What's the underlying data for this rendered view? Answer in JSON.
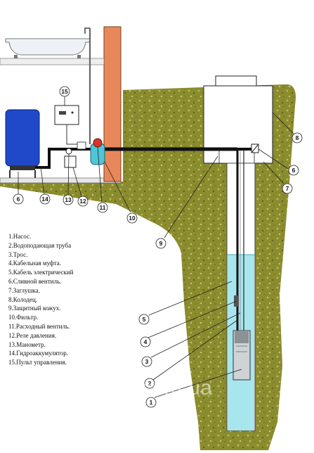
{
  "legend": [
    "1.Насос.",
    "2.Водоподающая труба",
    "3.Трос.",
    "4.Кабельная муфта.",
    "5.Кабель электрический",
    "6.Сливной вентиль.",
    "7.Заглушка.",
    "8.Колодец.",
    "9.Защитный кожух.",
    "10.Фильтр.",
    "11.Расходный вентиль.",
    "12.Реле давления.",
    "13.Манометр.",
    "14.Гидроаккумулятор.",
    "15.Пульт управления."
  ],
  "callouts": [
    "1",
    "2",
    "3",
    "4",
    "5",
    "6",
    "6",
    "7",
    "8",
    "9",
    "10",
    "11",
    "12",
    "13",
    "14",
    "15"
  ],
  "watermark": "gidrotehnka.com.ua",
  "colors": {
    "soil": "#8a8c2e",
    "wall": "#e8885a",
    "tank": "#1f49c8",
    "water": "#a8e6ee",
    "pipe": "#111111"
  }
}
